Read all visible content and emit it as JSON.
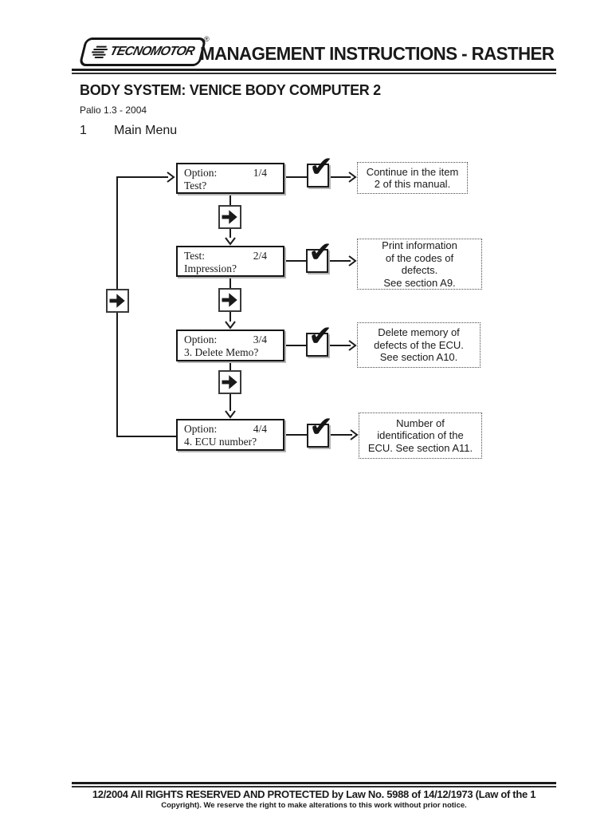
{
  "ink_color": "#1a1a1a",
  "header": {
    "logo": {
      "brand": "TECNOMOTOR",
      "registered": "®"
    },
    "title": "MANAGEMENT INSTRUCTIONS - RASTHER"
  },
  "doc": {
    "heading": "BODY SYSTEM: VENICE BODY COMPUTER 2",
    "vehicle": "Palio 1.3 - 2004",
    "section_number": "1",
    "section_title": "Main Menu"
  },
  "flowchart": {
    "icons": {
      "confirm": "check-icon",
      "advance": "right-arrow-icon"
    },
    "check_glyph": "✔",
    "steps": [
      {
        "screen": {
          "label": "Option:",
          "index": "1/4",
          "question": "Test?"
        },
        "result_lines": [
          "Continue in the item",
          "2 of this manual."
        ]
      },
      {
        "screen": {
          "label": "Test:",
          "index": "2/4",
          "question": "Impression?"
        },
        "result_lines": [
          "Print information",
          "of the codes of",
          "defects.",
          "See section A9."
        ]
      },
      {
        "screen": {
          "label": "Option:",
          "index": "3/4",
          "question": "3. Delete Memo?"
        },
        "result_lines": [
          "Delete memory of",
          "defects of the ECU.",
          "See section A10."
        ]
      },
      {
        "screen": {
          "label": "Option:",
          "index": "4/4",
          "question": "4. ECU number?"
        },
        "result_lines": [
          "Number of",
          "identification of the",
          "ECU. See section A11."
        ]
      }
    ]
  },
  "footer": {
    "line1": "12/2004 All RIGHTS RESERVED AND PROTECTED by Law No. 5988 of 14/12/1973 (Law of the 1",
    "line2": "Copyright). We reserve the right to make alterations to this work without prior notice."
  }
}
